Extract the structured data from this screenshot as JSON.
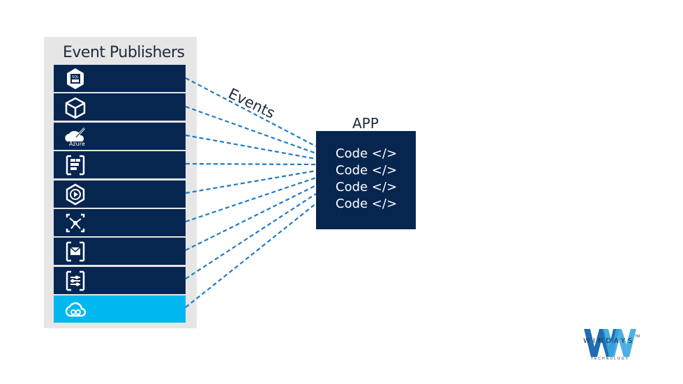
{
  "panel": {
    "title": "Event Publishers"
  },
  "publishers": [
    {
      "icon": "sql-database-icon"
    },
    {
      "icon": "cube-box-icon"
    },
    {
      "icon": "azure-cloud-pen-icon",
      "badge": "Azure"
    },
    {
      "icon": "event-hubs-icon"
    },
    {
      "icon": "media-services-icon"
    },
    {
      "icon": "iot-network-icon"
    },
    {
      "icon": "mail-queue-icon"
    },
    {
      "icon": "sliders-config-icon"
    },
    {
      "icon": "cloud-link-icon",
      "active": true
    }
  ],
  "arrow_label": "Events",
  "app": {
    "label": "APP",
    "code_lines": [
      "Code </>",
      "Code </>",
      "Code </>",
      "Code </>"
    ]
  },
  "logo": {
    "name": "WINDAYS",
    "tm": "TM",
    "sub": "TECHNOLOGY"
  },
  "colors": {
    "navy": "#062650",
    "cyan": "#00b7ef",
    "line": "#1f7ac7",
    "panel": "#e6e6e6"
  }
}
